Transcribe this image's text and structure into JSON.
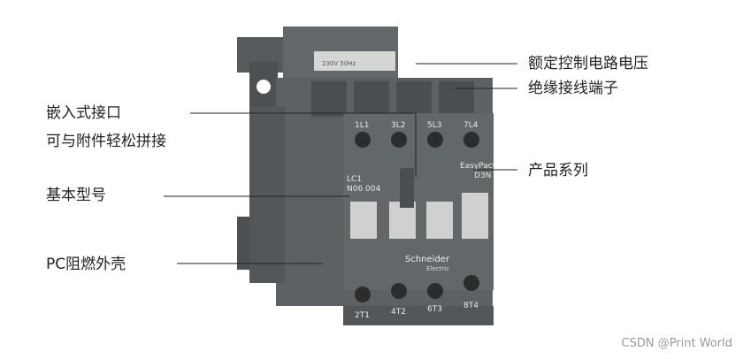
{
  "callouts": {
    "rated_voltage": "额定控制电路电压",
    "terminal": "绝缘接线端子",
    "embedded_line1": "嵌入式接口",
    "embedded_line2": "可与附件轻松拼接",
    "product_series": "产品系列",
    "basic_model": "基本型号",
    "housing": "PC阻燃外壳"
  },
  "device": {
    "top_terminals": [
      "1L1",
      "3L2",
      "5L3",
      "7L4"
    ],
    "bottom_terminals": [
      "2T1",
      "4T2",
      "6T3",
      "8T4"
    ],
    "brand": "Schneider",
    "brand_sub": "Electric",
    "series_name": "EasyPact",
    "series_code": "D3N",
    "model_line1": "LC1",
    "model_line2": "N06 004",
    "coil_voltage": "230V 50Hz"
  },
  "watermark": "CSDN @Print World",
  "colors": {
    "housing": "#5d6164",
    "housing_dark": "#3f4346",
    "label_plate": "#d8d8d8",
    "screw": "#2a2c2e"
  }
}
